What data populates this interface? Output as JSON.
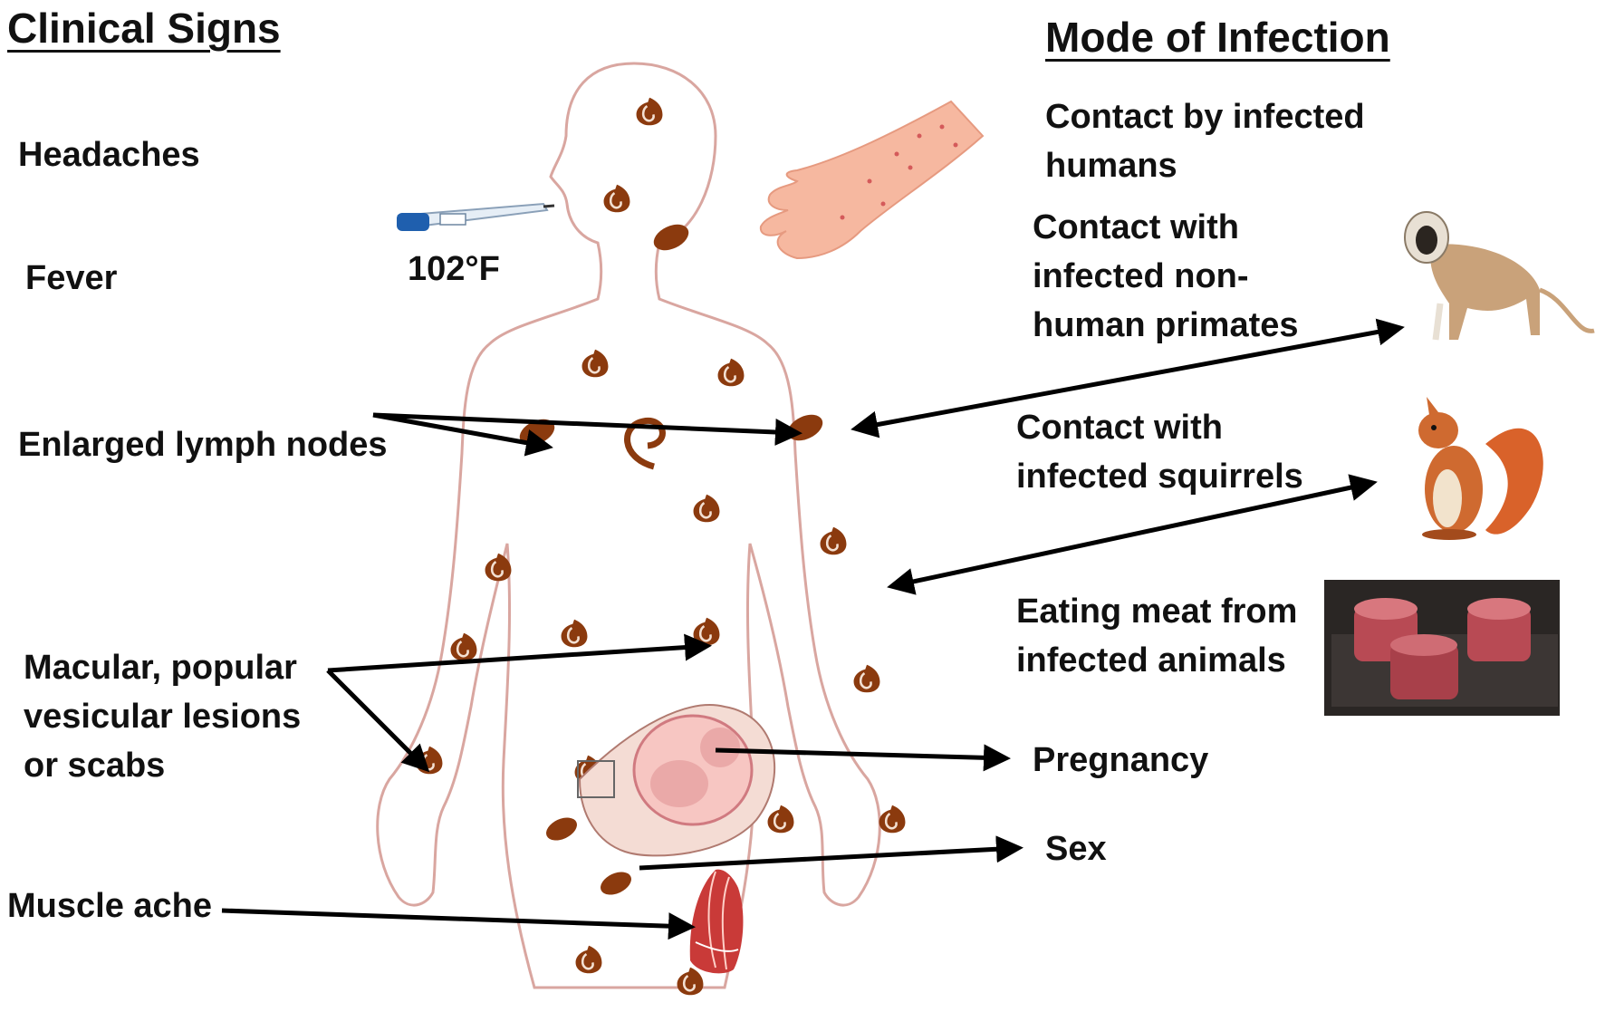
{
  "clinical_signs": {
    "heading": "Clinical Signs",
    "headaches": "Headaches",
    "fever": "Fever",
    "thermometer_reading": "102°F",
    "lymph_nodes": "Enlarged lymph nodes",
    "lesions": [
      "Macular, popular",
      "vesicular lesions",
      "or scabs"
    ],
    "muscle_ache": "Muscle ache"
  },
  "mode_of_infection": {
    "heading": "Mode of Infection",
    "humans": [
      "Contact by infected",
      "humans"
    ],
    "primates": [
      "Contact with",
      "infected non-",
      "human primates"
    ],
    "squirrels": [
      "Contact with",
      "infected squirrels"
    ],
    "meat": [
      "Eating meat from",
      "infected animals"
    ],
    "pregnancy": "Pregnancy",
    "sex": "Sex"
  },
  "colors": {
    "body_outline": "#d9a6a0",
    "lesion": "#8b3a0e",
    "arrow": "#000000"
  }
}
